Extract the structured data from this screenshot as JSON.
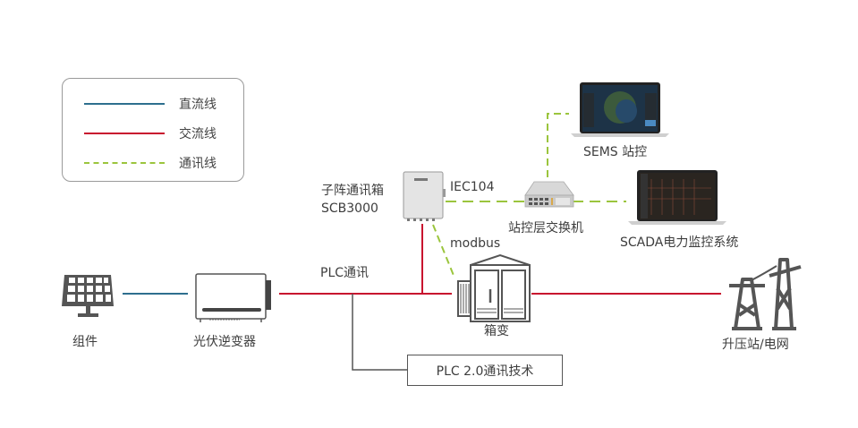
{
  "legend": {
    "items": [
      {
        "label": "直流线",
        "kind": "dc",
        "color": "#2e6f8e",
        "style": "solid"
      },
      {
        "label": "交流线",
        "kind": "ac",
        "color": "#c8102e",
        "style": "solid"
      },
      {
        "label": "通讯线",
        "kind": "comm",
        "color": "#9bc53d",
        "style": "dashed"
      }
    ]
  },
  "nodes": {
    "pv_module": {
      "label": "组件",
      "icon": "solar-panel-icon"
    },
    "inverter": {
      "label": "光伏逆变器",
      "icon": "inverter-icon"
    },
    "scb": {
      "label_line1": "子阵通讯箱",
      "label_line2": "SCB3000",
      "icon": "combiner-box-icon"
    },
    "switch": {
      "label": "站控层交换机",
      "icon": "network-switch-icon"
    },
    "sems": {
      "label": "SEMS 站控",
      "icon": "laptop-map-icon"
    },
    "scada": {
      "label": "SCADA电力监控系统",
      "icon": "laptop-scada-icon"
    },
    "box_transformer": {
      "label": "箱变",
      "icon": "box-transformer-icon"
    },
    "grid": {
      "label": "升压站/电网",
      "icon": "transmission-tower-icon"
    }
  },
  "link_labels": {
    "iec104": "IEC104",
    "modbus": "modbus",
    "plc": "PLC通讯"
  },
  "plc_box": {
    "label": "PLC 2.0通讯技术"
  },
  "colors": {
    "dc": "#2e6f8e",
    "ac": "#c8102e",
    "comm": "#9bc53d",
    "icon": "#555555"
  }
}
